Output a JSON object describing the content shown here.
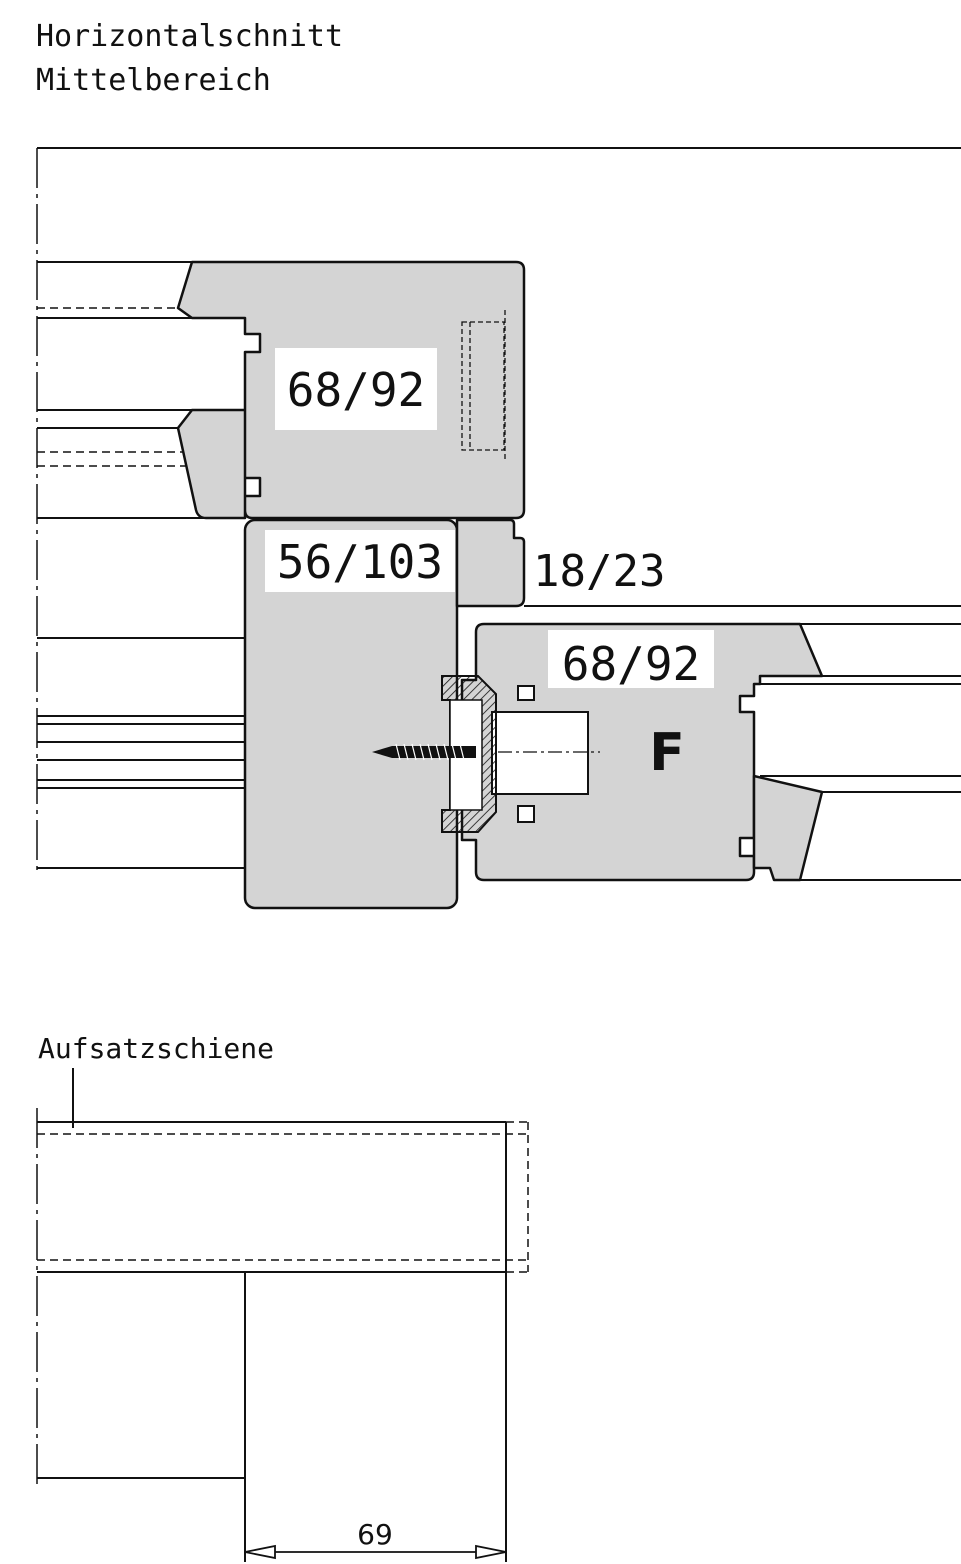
{
  "title": {
    "line1": "Horizontalschnitt",
    "line2": "Mittelbereich"
  },
  "profiles": {
    "upper_sash": "68/92",
    "frame": "56/103",
    "stop": "18/23",
    "lower_sash": "68/92"
  },
  "fitting_mark": "F",
  "rail_label": "Aufsatzschiene",
  "dimension": "69",
  "colors": {
    "wood": "#d4d4d4",
    "line": "#111111",
    "fitting": "#e8e8e8"
  }
}
